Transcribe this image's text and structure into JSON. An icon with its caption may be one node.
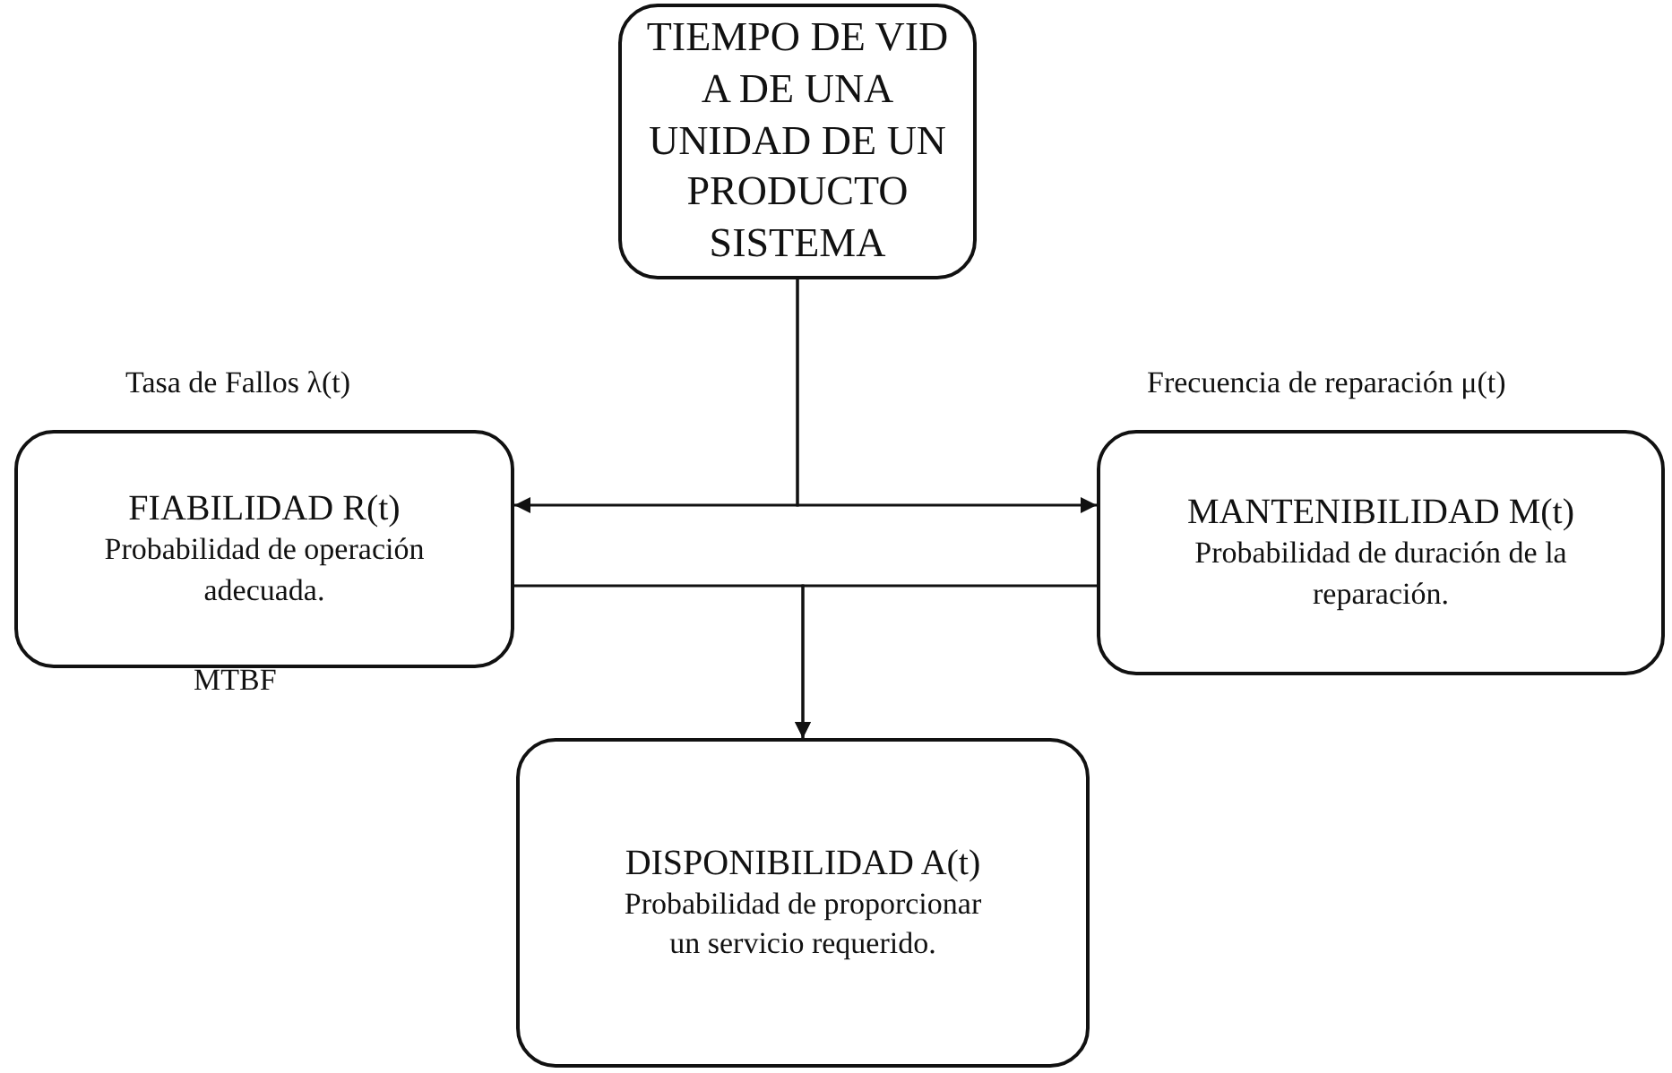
{
  "diagram": {
    "nodes": [
      {
        "text": [
          "TIEMPO DE VID A DE UNA UNIDAD DE UN PRODUCTO SISTEMA"
        ]
      },
      {
        "text": [
          "FIABILIDAD R(t)",
          "Probabilidad de operación adecuada."
        ],
        "beside": [
          "Tasa de Fallos λ(t)",
          "MTBF"
        ]
      },
      {
        "text": [
          "MANTENIBILIDAD M(t)",
          "Probabilidad de duración de la reparación."
        ],
        "beside": [
          "Frecuencia de reparación μ(t)"
        ]
      },
      {
        "text": [
          "DISPONIBILIDAD A(t)",
          "Probabilidad de proporcionar un servicio requerido."
        ]
      }
    ],
    "edges": [
      {
        "from": 0,
        "to": 1,
        "arrow": "to"
      },
      {
        "from": 0,
        "to": 2,
        "arrow": "to"
      },
      {
        "from": 1,
        "to": 3,
        "arrow": "to"
      },
      {
        "from": 2,
        "to": 3,
        "arrow": "to"
      }
    ]
  }
}
